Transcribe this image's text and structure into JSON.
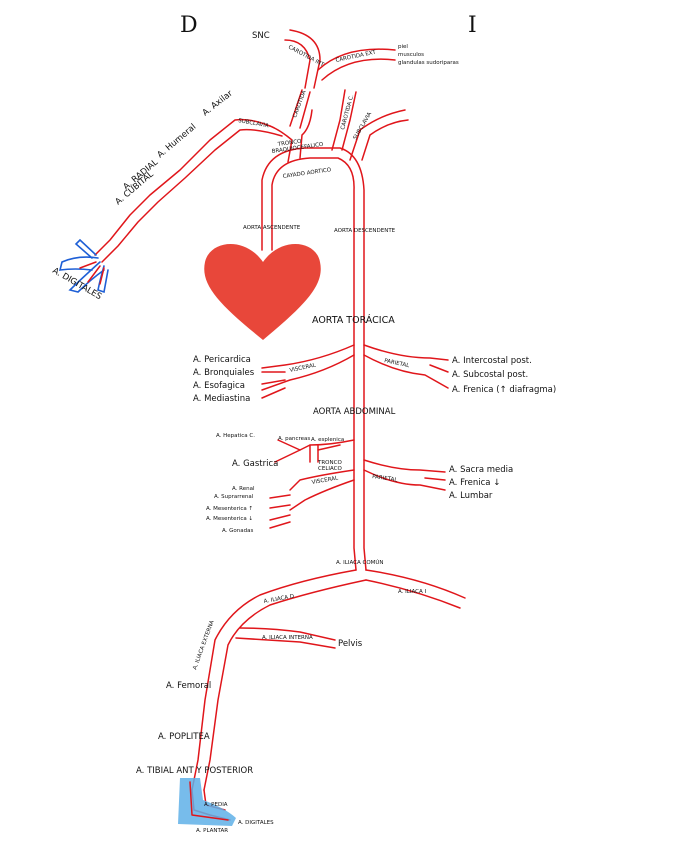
{
  "sides": {
    "right": "D",
    "left": "I"
  },
  "labels": {
    "snc": "SNC",
    "carotida_int": "CAROTIDA INT",
    "carotida_ext": "CAROTIDA EXT",
    "ext_targets": [
      "piel",
      "musculos",
      "glandulas sudoriparas"
    ],
    "subclavia_d": "SUBCLAVIA",
    "carotida_d": "CAROTIDA",
    "carotida_i": "CAROTIDA C.",
    "subclavia_i": "SUBCLAVIA",
    "tronco": [
      "TRONCO",
      "BRAQUIOCEFALICO"
    ],
    "cayado": "CAYADO AORTICO",
    "axilar": "A. Axilar",
    "humeral": "A. Humeral",
    "radial": "A. RADIAL",
    "cubital": "A. CUBITAL",
    "digitales_mano": "A. DIGITALES",
    "aorta_asc": "AORTA ASCENDENTE",
    "aorta_desc": "AORTA DESCENDENTE",
    "aorta_toracica": "AORTA TORÁCICA",
    "visceral_t": "VISCERAL",
    "parietal_t": "PARIETAL",
    "thoracic_visceral": [
      "A. Pericardica",
      "A. Bronquiales",
      "A. Esofagica",
      "A. Mediastina"
    ],
    "thoracic_parietal": [
      "A. Intercostal post.",
      "A. Subcostal post.",
      "A. Frenica (↑ diafragma)"
    ],
    "aorta_abdominal": "AORTA ABDOMINAL",
    "hepatica": "A. Hepatica C.",
    "pancreas": "A. pancreas",
    "esplenica": "A. esplenica",
    "gastrica": "A. Gastrica",
    "tronco_celiaco": [
      "TRONCO",
      "CELIACO"
    ],
    "visceral_a": "VISCERAL",
    "parietal_a": "PARIETAL",
    "abdominal_visceral": [
      "A. Renal",
      "A. Suprarrenal",
      "A. Mesenterica ↑",
      "A. Mesenterica ↓",
      "A. Gonadas"
    ],
    "abdominal_parietal": [
      "A. Sacra media",
      "A. Frenica ↓",
      "A. Lumbar"
    ],
    "iliaca_comun": "A. ILIACA COMÚN",
    "iliaca_d": "A. ILIACA D",
    "iliaca_i": "A. ILIACA I",
    "iliaca_externa": "A. ILIACA EXTERNA",
    "iliaca_interna": "A. ILIACA INTERNA",
    "pelvis": "Pelvis",
    "femoral": "A. Femoral",
    "poplitea": "A. POPLITEA",
    "tibial": "A. TIBIAL ANT Y POSTERIOR",
    "pedia": "A. PEDIA",
    "plantar": "A. PLANTAR",
    "digitales_pie": "A. DIGITALES"
  },
  "colors": {
    "artery": "#e0161b",
    "heart": "#e8473a",
    "vein": "#1e5fd6",
    "foot": "#5fb0e8"
  }
}
